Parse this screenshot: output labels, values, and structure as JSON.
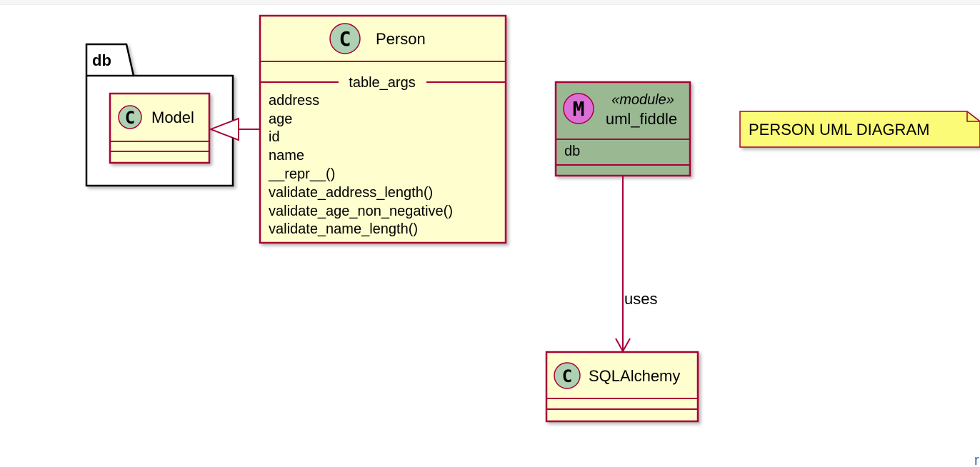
{
  "diagram": {
    "package": {
      "name": "db"
    },
    "model_class": {
      "stereotype_letter": "C",
      "name": "Model"
    },
    "person_class": {
      "stereotype_letter": "C",
      "name": "Person",
      "section_label": "table_args",
      "members": [
        "address",
        "age",
        "id",
        "name",
        "__repr__()",
        "validate_address_length()",
        "validate_age_non_negative()",
        "validate_name_length()"
      ]
    },
    "module": {
      "stereotype_letter": "M",
      "stereotype": "«module»",
      "name": "uml_fiddle",
      "members": [
        "db"
      ]
    },
    "sqlalchemy_class": {
      "stereotype_letter": "C",
      "name": "SQLAlchemy"
    },
    "edge_label": "uses",
    "note": "PERSON UML DIAGRAM",
    "colors": {
      "class_fill": "#fefece",
      "class_border": "#a80036",
      "module_fill": "#9ab993",
      "class_circle": "#add1b2",
      "module_circle": "#da70d6",
      "note_fill": "#fbfb77"
    }
  },
  "corner_glyph": "r"
}
